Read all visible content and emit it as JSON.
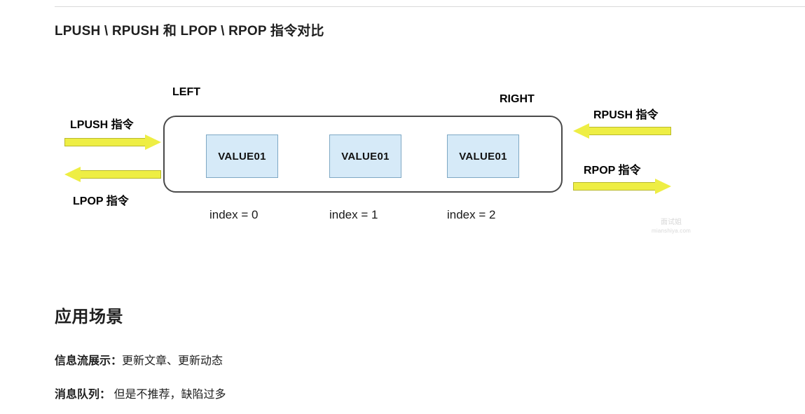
{
  "heading": "LPUSH \\ RPUSH 和 LPOP \\ RPOP 指令对比",
  "diagram": {
    "left_label": "LEFT",
    "right_label": "RIGHT",
    "cells": [
      {
        "value": "VALUE01",
        "index_label": "index = 0"
      },
      {
        "value": "VALUE01",
        "index_label": "index = 1"
      },
      {
        "value": "VALUE01",
        "index_label": "index = 2"
      }
    ],
    "arrows": [
      {
        "label": "LPUSH 指令",
        "direction": "right"
      },
      {
        "label": "LPOP 指令",
        "direction": "left"
      },
      {
        "label": "RPUSH 指令",
        "direction": "left"
      },
      {
        "label": "RPOP 指令",
        "direction": "right"
      }
    ],
    "colors": {
      "arrow": "#eeee44",
      "cell_fill": "#d6eaf8",
      "cell_border": "#7ea8c4",
      "box_border": "#4a4a4a"
    },
    "watermark_line1": "面试姐",
    "watermark_line2": "mianshiya.com"
  },
  "section": {
    "title": "应用场景",
    "items": [
      {
        "term": "信息流展示：",
        "desc": "更新文章、更新动态"
      },
      {
        "term": "消息队列：",
        "desc": " 但是不推荐，缺陷过多"
      }
    ]
  }
}
